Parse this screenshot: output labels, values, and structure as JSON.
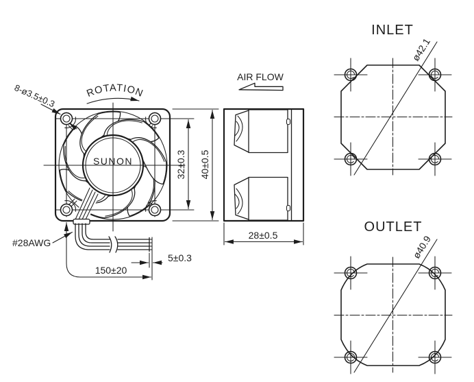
{
  "drawing": {
    "front_view": {
      "rotation_label": "ROTATION",
      "brand": "SUNON",
      "holes_dim": "8-ø3.5±0.3",
      "pitch_dim": "32±0.3",
      "size_dim": "40±0.5",
      "wire_label": "#28AWG",
      "lead_dim": "150±20",
      "strip_dim": "5±0.3"
    },
    "side_view": {
      "airflow_label": "AIR FLOW",
      "depth_dim": "28±0.5"
    },
    "inlet_view": {
      "title": "INLET",
      "opening_dim": "ø42.1"
    },
    "outlet_view": {
      "title": "OUTLET",
      "opening_dim": "ø40.9"
    },
    "colors": {
      "line": "#1d1d1d",
      "background": "#ffffff"
    }
  }
}
